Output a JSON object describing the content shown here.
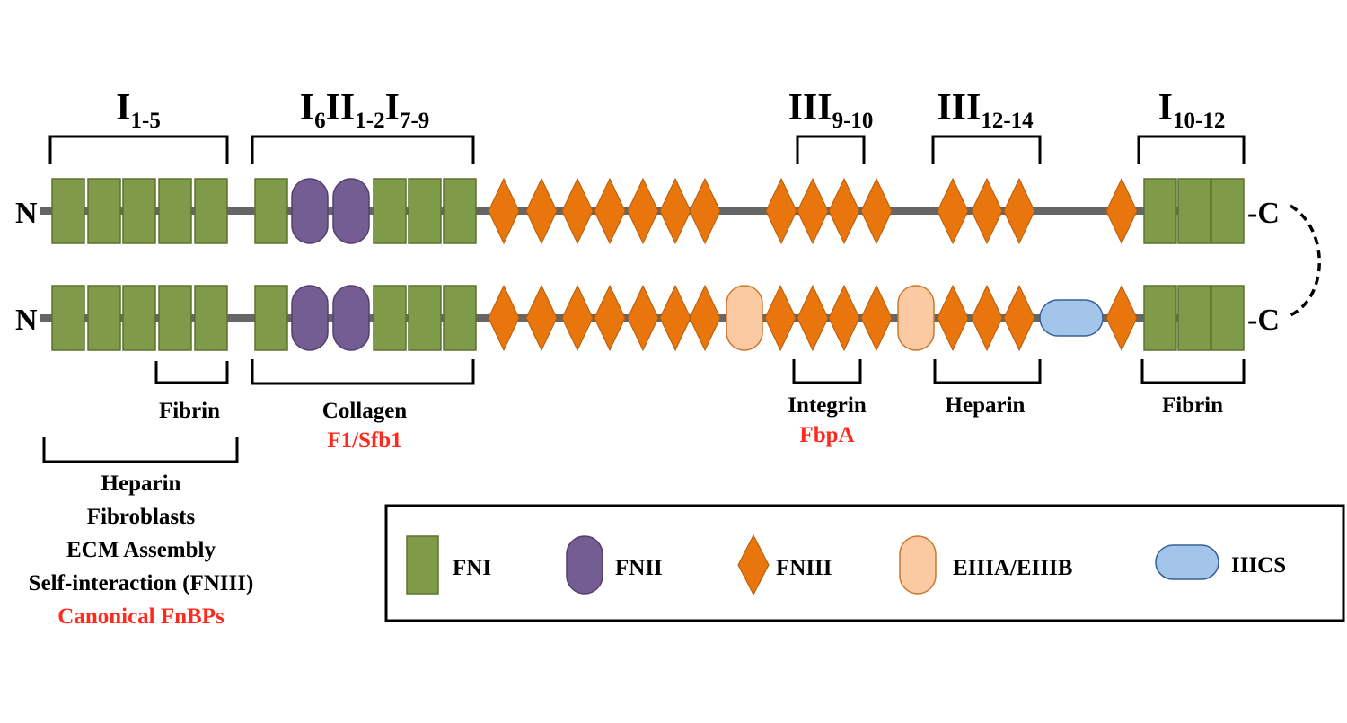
{
  "colors": {
    "fni": "#7f9a48",
    "fni_stroke": "#5d7331",
    "fnii": "#735d92",
    "fnii_stroke": "#523f6e",
    "fniii": "#e8760c",
    "fniii_stroke": "#b85a06",
    "eiii": "#fbc9a2",
    "eiii_stroke": "#c9772d",
    "iiics": "#a3c5ea",
    "iiics_stroke": "#355f98",
    "backbone": "#666666",
    "accent_red": "#ff2a1e"
  },
  "chains": {
    "n_terminus": "N",
    "c_terminus": "-C"
  },
  "top_labels": [
    {
      "main": "I",
      "sub": "1-5"
    },
    {
      "parts": [
        {
          "main": "I",
          "sub": "6"
        },
        {
          "main": "II",
          "sub": "1-2"
        },
        {
          "main": "I",
          "sub": "7-9"
        }
      ]
    },
    {
      "main": "III",
      "sub": "9-10"
    },
    {
      "main": "III",
      "sub": "12-14"
    },
    {
      "main": "I",
      "sub": "10-12"
    }
  ],
  "bottom_labels": {
    "fibrin_left": "Fibrin",
    "collagen": "Collagen",
    "collagen_binder": "F1/Sfb1",
    "integrin": "Integrin",
    "integrin_binder": "FbpA",
    "heparin_right": "Heparin",
    "fibrin_right": "Fibrin",
    "n_terminal_functions": [
      "Heparin",
      "Fibroblasts",
      "ECM Assembly",
      "Self-interaction (FNIII)"
    ],
    "n_terminal_binder": "Canonical FnBPs"
  },
  "legend": [
    {
      "shape": "fni",
      "label": "FNI"
    },
    {
      "shape": "fnii",
      "label": "FNII"
    },
    {
      "shape": "fniii",
      "label": "FNIII"
    },
    {
      "shape": "eiii",
      "label": "EIIIA/EIIIB"
    },
    {
      "shape": "iiics",
      "label": "IIICS"
    }
  ]
}
